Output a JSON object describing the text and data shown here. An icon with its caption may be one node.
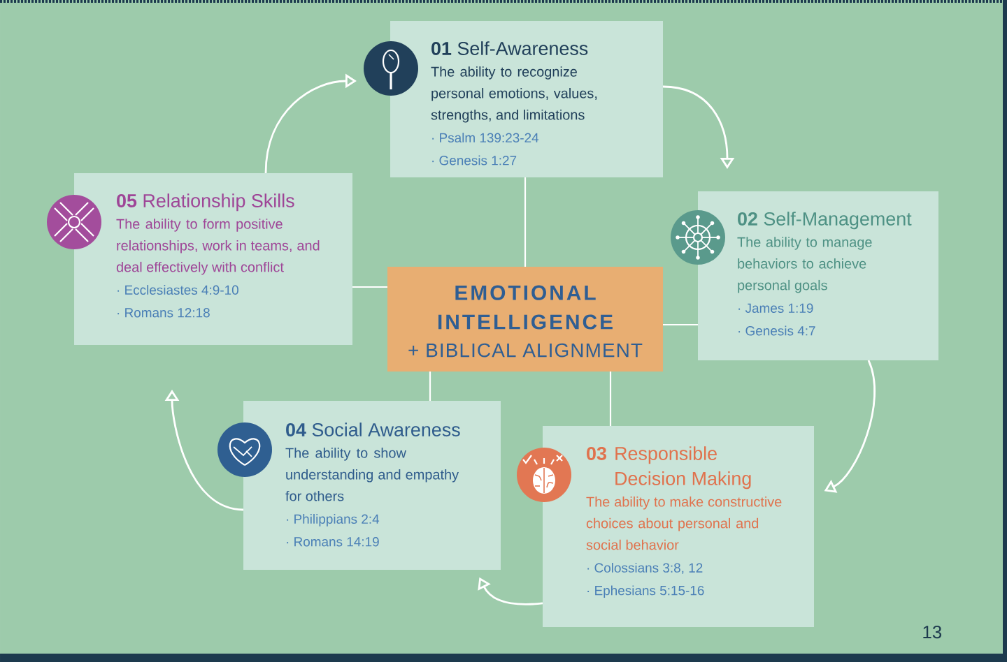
{
  "diagram": {
    "nodes": [
      {
        "text": [
          "EMOTIONAL INTELLIGENCE",
          "+ BIBLICAL ALIGNMENT"
        ]
      },
      {
        "text": [
          "**01** Self-Awareness",
          "The ability to recognize personal emotions, values, strengths, and limitations",
          "· Psalm 139:23-24",
          "· Genesis 1:27"
        ]
      },
      {
        "text": [
          "**02** Self-Management",
          "The ability to manage behaviors to achieve personal goals",
          "· James 1:19",
          "· Genesis 4:7"
        ]
      },
      {
        "text": [
          "**03** Responsible Decision Making",
          "The ability to make constructive choices about personal and social behavior",
          "· Colossians 3:8, 12",
          "· Ephesians 5:15-16"
        ]
      },
      {
        "text": [
          "**04** Social Awareness",
          "The ability to show understanding and empathy for others",
          "· Philippians 2:4",
          "· Romans 14:19"
        ]
      },
      {
        "text": [
          "**05** Relationship Skills",
          "The ability to form positive relationships, work in teams, and deal effectively with conflict",
          "· Ecclesiastes 4:9-10",
          "· Romans 12:18"
        ]
      }
    ],
    "edges": [
      {
        "from": 0,
        "to": 1,
        "arrow": "none"
      },
      {
        "from": 0,
        "to": 2,
        "arrow": "none"
      },
      {
        "from": 0,
        "to": 3,
        "arrow": "none"
      },
      {
        "from": 0,
        "to": 4,
        "arrow": "none"
      },
      {
        "from": 0,
        "to": 5,
        "arrow": "none"
      },
      {
        "from": 1,
        "to": 2,
        "arrow": "to"
      },
      {
        "from": 2,
        "to": 3,
        "arrow": "to"
      },
      {
        "from": 3,
        "to": 4,
        "arrow": "to"
      },
      {
        "from": 4,
        "to": 5,
        "arrow": "to"
      },
      {
        "from": 5,
        "to": 1,
        "arrow": "to"
      }
    ],
    "labels": [
      "13"
    ]
  }
}
